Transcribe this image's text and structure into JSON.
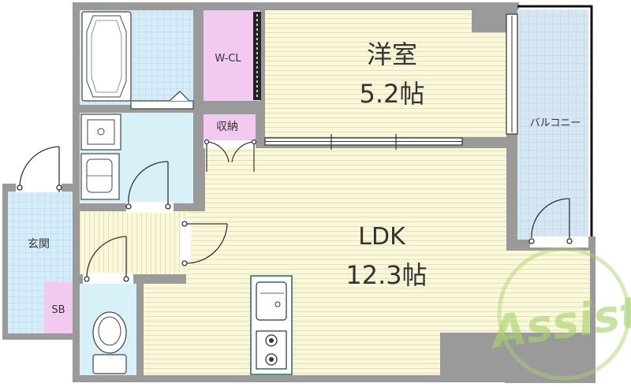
{
  "rooms": {
    "western": {
      "name": "洋室",
      "size": "5.2帖"
    },
    "ldk": {
      "name": "LDK",
      "size": "12.3帖"
    },
    "wcl": "W-CL",
    "storage": "収納",
    "balcony": "バルコニー",
    "entrance": "玄関",
    "shoebox": "SB"
  },
  "watermark": "Assist",
  "colors": {
    "wall": "#8e8e8e",
    "tatami_bg": "#fbf8d9",
    "tatami_line": "#e6dfb0",
    "wet_area": "#d8f0f7",
    "closet": "#f2c9ef",
    "balcony_bg": "#d6e6f2",
    "watermark": "#a8d36e"
  }
}
